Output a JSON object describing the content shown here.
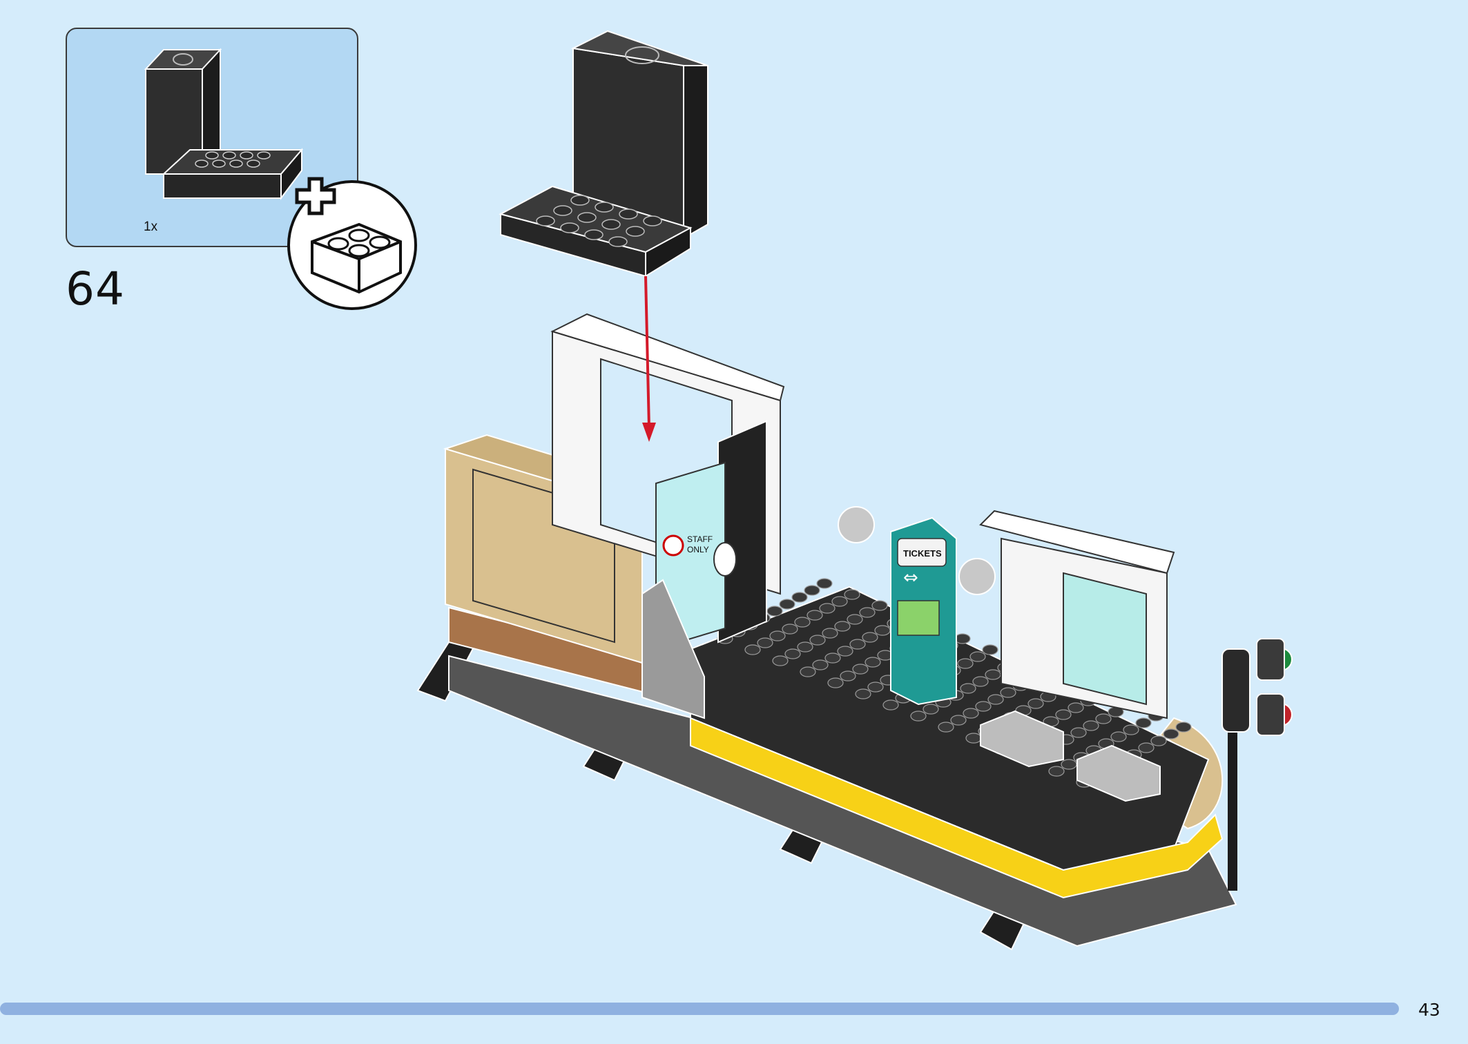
{
  "callout": {
    "quantity": "1x",
    "add_icon": "plus-brick-icon"
  },
  "step": {
    "number": "64"
  },
  "arrow": {
    "color": "#d41a2a"
  },
  "sign": {
    "staff_line1": "STAFF",
    "staff_line2": "ONLY"
  },
  "kiosk": {
    "tickets_label": "TICKETS"
  },
  "page": {
    "number": "43"
  },
  "colors": {
    "background": "#d5ecfb",
    "callout_bg": "#b3d8f3",
    "progress": "#8fb1e0",
    "brick_black": "#2b2b2b",
    "tan": "#d9c08f",
    "yellow": "#f7d117",
    "teal": "#1f9a94"
  }
}
